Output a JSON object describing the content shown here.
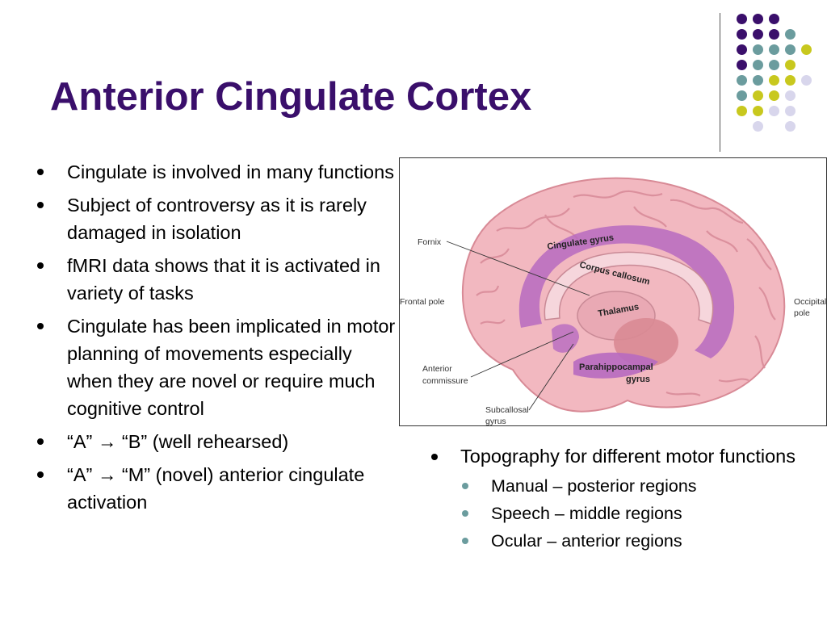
{
  "slide": {
    "title": "Anterior Cingulate Cortex",
    "left_bullets": [
      "Cingulate is involved in many functions",
      "Subject of controversy as it is rarely damaged in isolation",
      "fMRI data shows that it is activated in variety of tasks",
      "Cingulate has been implicated in motor planning of movements especially when they are novel or require much cognitive control",
      "“A” → “B” (well rehearsed)",
      "“A” → “M” (novel) anterior cingulate activation"
    ],
    "right_bullet": "Topography for different motor functions",
    "right_subbullets": [
      "Manual – posterior regions",
      "Speech – middle regions",
      "Ocular – anterior regions"
    ]
  },
  "figure": {
    "labels": {
      "fornix": "Fornix",
      "cingulate_gyrus": "Cingulate gyrus",
      "corpus_callosum": "Corpus callosum",
      "frontal_pole": "Frontal pole",
      "occipital_pole_1": "Occipital",
      "occipital_pole_2": "pole",
      "thalamus": "Thalamus",
      "anterior_commissure_1": "Anterior",
      "anterior_commissure_2": "commissure",
      "parahippocampal_1": "Parahippocampal",
      "parahippocampal_2": "gyrus",
      "subcallosal_1": "Subcallosal",
      "subcallosal_2": "gyrus"
    }
  },
  "theme": {
    "title_color": "#3a0f6b",
    "dot_purple": "#3a0f6b",
    "dot_teal": "#6b9c9e",
    "dot_yellow": "#c8c81e",
    "dot_lavender": "#d8d6ec",
    "sub_bullet_color": "#6b9c9e"
  }
}
